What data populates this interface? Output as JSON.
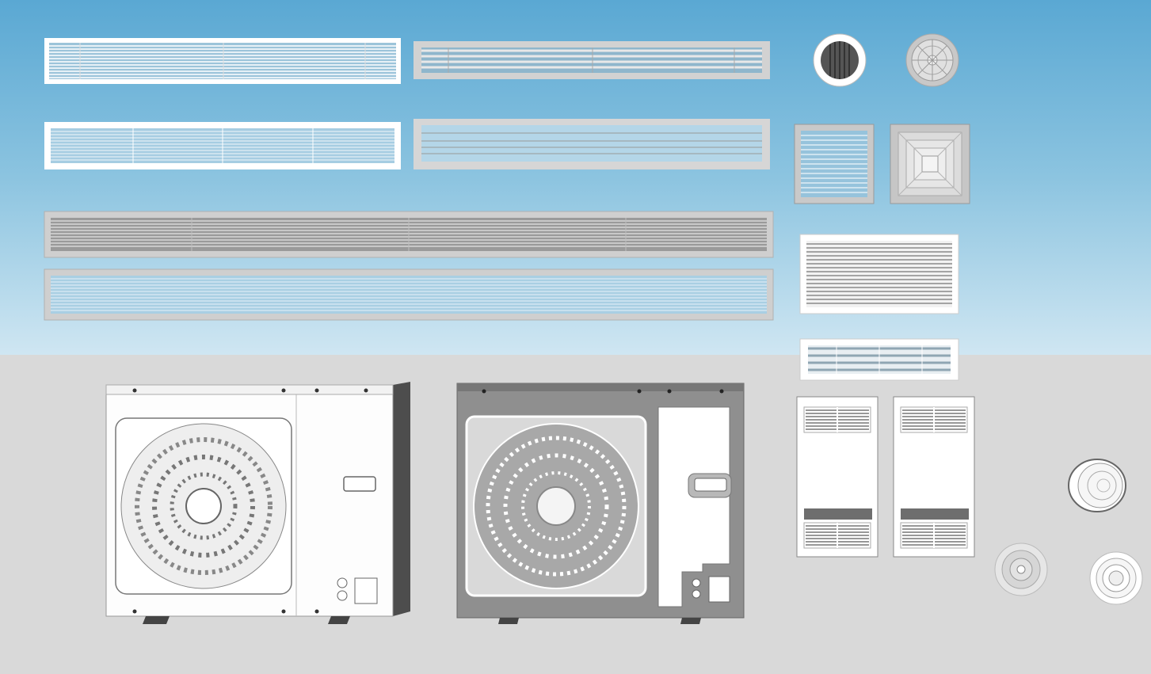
{
  "scene": {
    "sky_color_top": "#5aa8d3",
    "sky_color_bottom": "#cfe6f2",
    "floor_color": "#d9d9d9",
    "objects": [
      "linear-slot-grille-white-1",
      "linear-slot-grille-gray-1",
      "round-diffuser-dark",
      "round-diffuser-gray",
      "linear-slot-grille-white-2",
      "linear-slot-grille-gray-2",
      "square-louver-grille",
      "square-ceiling-diffuser",
      "long-linear-grille-1",
      "long-linear-grille-2",
      "rectangular-return-grille",
      "small-linear-grille",
      "outdoor-ac-unit-white",
      "outdoor-ac-unit-gray",
      "cabinet-air-purifier-1",
      "cabinet-air-purifier-2",
      "round-jet-diffuser-1",
      "round-jet-diffuser-2",
      "round-jet-diffuser-3"
    ]
  }
}
